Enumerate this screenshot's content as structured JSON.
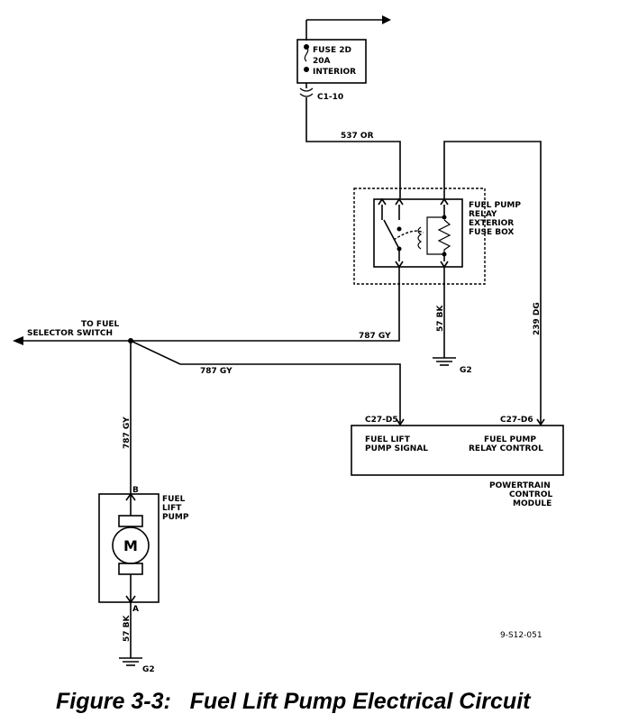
{
  "fuse": {
    "line1": "FUSE 2D",
    "line2": "20A",
    "line3": "INTERIOR",
    "connector": "C1-10"
  },
  "wires": {
    "or_537": "537 OR",
    "gy_787_top": "787 GY",
    "gy_787_mid": "787 GY",
    "gy_787_vert": "787 GY",
    "bk_57_relay": "57 BK",
    "dg_239": "239 DG",
    "bk_57_pump": "57 BK"
  },
  "relay": {
    "line1": "FUEL PUMP",
    "line2": "RELAY",
    "line3": "EXTERIOR",
    "line4": "FUSE BOX"
  },
  "selector": {
    "line1": "TO FUEL",
    "line2": "SELECTOR SWITCH"
  },
  "grounds": {
    "relay_ground": "G2",
    "pump_ground": "G2"
  },
  "pcm": {
    "conn_d5": "C27-D5",
    "conn_d6": "C27-D6",
    "sig_line1": "FUEL LIFT",
    "sig_line2": "PUMP SIGNAL",
    "ctl_line1": "FUEL PUMP",
    "ctl_line2": "RELAY CONTROL",
    "name1": "POWERTRAIN",
    "name2": "CONTROL",
    "name3": "MODULE"
  },
  "pump": {
    "line1": "FUEL",
    "line2": "LIFT",
    "line3": "PUMP",
    "motor": "M",
    "pin_b": "B",
    "pin_a": "A"
  },
  "ref_code": "9-S12-051",
  "caption": "Figure 3-3:   Fuel Lift Pump Electrical Circuit"
}
